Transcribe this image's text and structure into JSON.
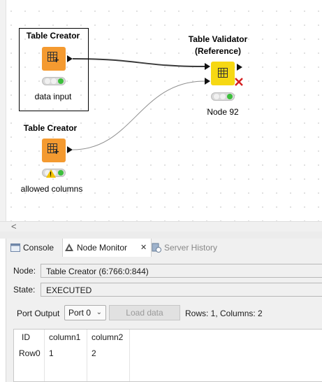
{
  "canvas": {
    "nodes": {
      "data_input": {
        "title": "Table Creator",
        "label": "data input"
      },
      "allowed_columns": {
        "title": "Table Creator",
        "label": "allowed columns"
      },
      "validator": {
        "title_line1": "Table Validator",
        "title_line2": "(Reference)",
        "label": "Node 92"
      }
    }
  },
  "tabs": [
    {
      "label": "Console",
      "icon": "console-icon"
    },
    {
      "label": "Node Monitor",
      "icon": "node-monitor-icon",
      "close": "✕"
    },
    {
      "label": "Server History",
      "icon": "server-history-icon"
    }
  ],
  "monitor": {
    "node_label": "Node:",
    "node_value": "Table Creator  (6:766:0:844)",
    "state_label": "State:",
    "state_value": "EXECUTED",
    "port_output_label": "Port Output",
    "port_value": "Port 0",
    "load_button": "Load data",
    "rows_cols": "Rows: 1, Columns: 2"
  },
  "table": {
    "headers": [
      "ID",
      "column1",
      "column2"
    ],
    "rows": [
      [
        "Row0",
        "1",
        "2"
      ]
    ]
  },
  "colors": {
    "node_source": "#f49a30",
    "node_validator": "#f6d813",
    "status_ok": "#3cbf3c",
    "warning": "#f3c300"
  },
  "scroll_left_arrow": "<"
}
